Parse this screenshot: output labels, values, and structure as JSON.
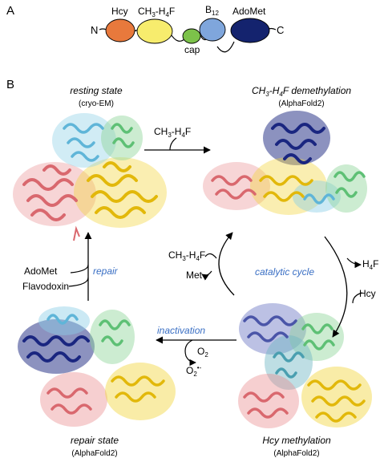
{
  "panel_a": {
    "letter": "A",
    "n_term": "N",
    "c_term": "C",
    "domains": [
      {
        "label": "Hcy",
        "color": "#e8793c"
      },
      {
        "label": "CH3-H4F",
        "color": "#f7ec6d"
      },
      {
        "label": "cap",
        "color": "#7cc24a"
      },
      {
        "label": "B12",
        "color": "#7fa6dc"
      },
      {
        "label": "AdoMet",
        "color": "#14236e"
      }
    ]
  },
  "panel_b": {
    "letter": "B",
    "states": {
      "resting": {
        "title": "resting state",
        "method": "(cryo-EM)"
      },
      "demethylation": {
        "title": "CH3-H4F demethylation",
        "method": "(AlphaFold2)"
      },
      "hcy": {
        "title": "Hcy methylation",
        "method": "(AlphaFold2)"
      },
      "repair": {
        "title": "repair state",
        "method": "(AlphaFold2)"
      }
    },
    "labels": {
      "ch3h4f_top": "CH3-H4F",
      "catalytic_cycle": "catalytic cycle",
      "ch3h4f_mid": "CH3-H4F",
      "met": "Met",
      "h4f": "H4F",
      "hcy": "Hcy",
      "repair": "repair",
      "adomet": "AdoMet",
      "flavodoxin": "Flavodoxin",
      "inactivation": "inactivation",
      "o2": "O2",
      "o2_radical": "O2"
    }
  },
  "colors": {
    "hcy_domain": "#e8878a",
    "folate_domain": "#f2d53c",
    "cap_domain": "#8fd49a",
    "b12_domain": "#8ccfe6",
    "adomet_domain": "#1a2680",
    "label_blue": "#3a6fc4"
  }
}
